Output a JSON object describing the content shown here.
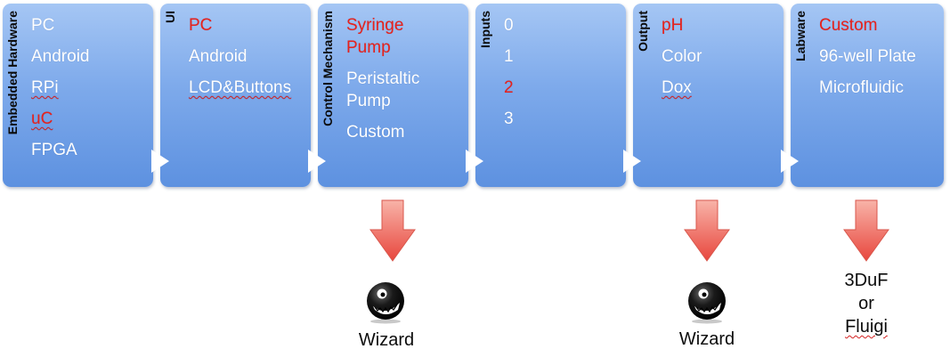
{
  "columns": [
    {
      "title": "Embedded Hardware",
      "items": [
        {
          "text": "PC",
          "color": "white"
        },
        {
          "text": "Android",
          "color": "white"
        },
        {
          "text": "RPi",
          "color": "white",
          "spellcheck": true
        },
        {
          "text": "uC",
          "color": "red",
          "spellcheck": true
        },
        {
          "text": "FPGA",
          "color": "white"
        }
      ]
    },
    {
      "title": "UI",
      "items": [
        {
          "text": "PC",
          "color": "red"
        },
        {
          "text": "Android",
          "color": "white"
        },
        {
          "text": "LCD&Buttons",
          "color": "white",
          "spellcheck": true
        }
      ]
    },
    {
      "title": "Control Mechanism",
      "items": [
        {
          "text": "Syringe\nPump",
          "color": "red"
        },
        {
          "text": "Peristaltic\nPump",
          "color": "white"
        },
        {
          "text": "Custom",
          "color": "white"
        }
      ]
    },
    {
      "title": "Inputs",
      "items": [
        {
          "text": "0",
          "color": "white"
        },
        {
          "text": "1",
          "color": "white"
        },
        {
          "text": "2",
          "color": "red"
        },
        {
          "text": "3",
          "color": "white"
        }
      ]
    },
    {
      "title": "Output",
      "items": [
        {
          "text": "pH",
          "color": "red"
        },
        {
          "text": "Color",
          "color": "white"
        },
        {
          "text": "Dox",
          "color": "white",
          "spellcheck": true
        }
      ]
    },
    {
      "title": "Labware",
      "items": [
        {
          "text": "Custom",
          "color": "red"
        },
        {
          "text": "96-well Plate",
          "color": "white"
        },
        {
          "text": "Microfluidic",
          "color": "white"
        }
      ]
    }
  ],
  "outcomes": [
    {
      "column": "Control Mechanism",
      "icon": "chomp-icon",
      "lines": [
        "Wizard"
      ]
    },
    {
      "column": "Output",
      "icon": "chomp-icon",
      "lines": [
        "Wizard"
      ]
    },
    {
      "column": "Labware",
      "icon": null,
      "lines": [
        "3DuF",
        "or",
        "Fluigi"
      ],
      "spellcheck_last": true
    }
  ],
  "colors": {
    "box_top": "#a5c6f4",
    "box_bottom": "#5d91e0",
    "selected_text": "#e8211b",
    "arrow_fill": "#e8473e",
    "arrow_light": "#f8b3a8"
  }
}
